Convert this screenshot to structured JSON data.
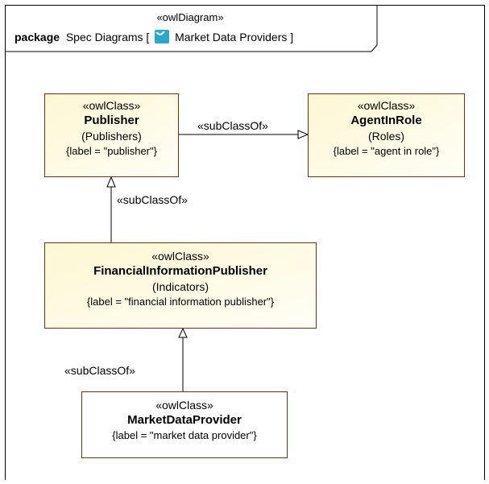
{
  "header": {
    "stereotype": "«owlDiagram»",
    "keyword": "package",
    "path": "Spec Diagrams [",
    "diagram_name": "Market Data Providers ]",
    "diagram_icon": "owl-diagram-icon"
  },
  "classes": {
    "publisher": {
      "stereotype": "«owlClass»",
      "name": "Publisher",
      "alias": "(Publishers)",
      "label": "{label = \"publisher\"}"
    },
    "agent_in_role": {
      "stereotype": "«owlClass»",
      "name": "AgentInRole",
      "alias": "(Roles)",
      "label": "{label = \"agent in role\"}"
    },
    "financial_information_publisher": {
      "stereotype": "«owlClass»",
      "name": "FinancialInformationPublisher",
      "alias": "(Indicators)",
      "label": "{label = \"financial information publisher\"}"
    },
    "market_data_provider": {
      "stereotype": "«owlClass»",
      "name": "MarketDataProvider",
      "label": "{label = \"market data provider\"}"
    }
  },
  "edges": {
    "publisher_to_agent": "«subClassOf»",
    "fip_to_publisher": "«subClassOf»",
    "mdp_to_fip": "«subClassOf»"
  },
  "colors": {
    "class_border": "#7a2e12",
    "class_fill": "#fdf7d2",
    "icon": "#2aa7c9"
  }
}
